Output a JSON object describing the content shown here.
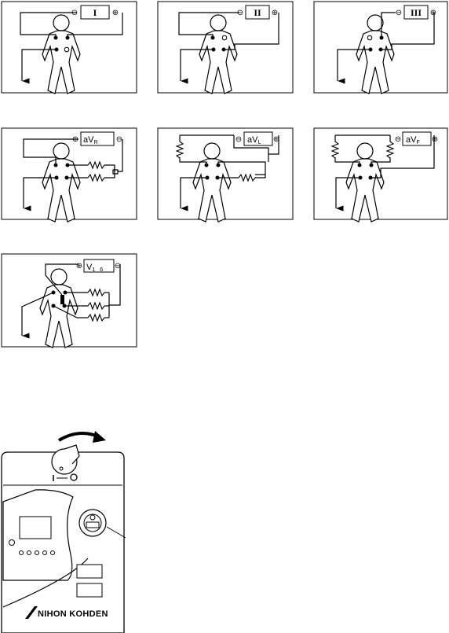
{
  "panels": [
    {
      "id": "lead-i",
      "label": "I"
    },
    {
      "id": "lead-ii",
      "label": "II"
    },
    {
      "id": "lead-iii",
      "label": "III"
    },
    {
      "id": "lead-avr",
      "label_main": "aV",
      "label_sub": "R"
    },
    {
      "id": "lead-avl",
      "label_main": "aV",
      "label_sub": "L"
    },
    {
      "id": "lead-avf",
      "label_main": "aV",
      "label_sub": "F"
    },
    {
      "id": "lead-v",
      "label_main": "V",
      "label_sub1": "1",
      "label_sub2": "6"
    }
  ],
  "symbols": {
    "minus": "⊖",
    "plus": "⊕"
  },
  "device": {
    "brand": "NIHON KOHDEN"
  }
}
